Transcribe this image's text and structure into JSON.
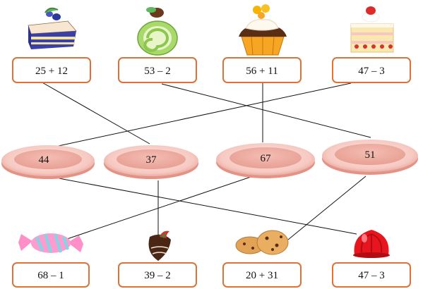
{
  "top_boxes": [
    {
      "expr": "25 + 12",
      "treat": "blueberry-cake-slice-icon"
    },
    {
      "expr": "53 – 2",
      "treat": "green-swiss-roll-icon"
    },
    {
      "expr": "56 + 11",
      "treat": "orange-cupcake-icon"
    },
    {
      "expr": "47 – 3",
      "treat": "strawberry-layer-cake-icon"
    }
  ],
  "plates": [
    {
      "value": "44"
    },
    {
      "value": "37"
    },
    {
      "value": "67"
    },
    {
      "value": "51"
    }
  ],
  "bottom_boxes": [
    {
      "expr": "68 – 1",
      "treat": "wrapped-candy-icon"
    },
    {
      "expr": "39 – 2",
      "treat": "chocolate-strawberry-icon"
    },
    {
      "expr": "20 + 31",
      "treat": "cookies-icon"
    },
    {
      "expr": "47 – 3",
      "treat": "red-jelly-icon"
    }
  ],
  "colors": {
    "box_border": "#d9733a",
    "plate_fill": "#f2b1a6",
    "plate_rim": "#f9d6cf",
    "line": "#111111"
  }
}
